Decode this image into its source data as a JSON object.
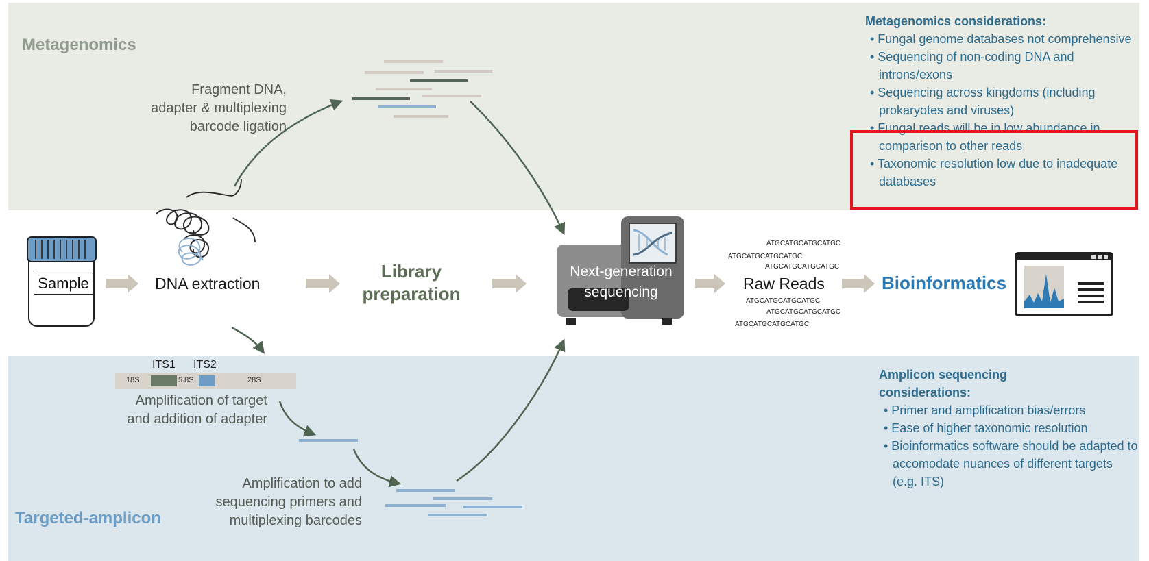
{
  "sections": {
    "metagenomics_title": "Metagenomics",
    "amplicon_title": "Targeted-amplicon"
  },
  "steps": {
    "sample": "Sample",
    "dna_extraction": "DNA extraction",
    "library_prep_line1": "Library",
    "library_prep_line2": "preparation",
    "ngs_line1": "Next-generation",
    "ngs_line2": "sequencing",
    "raw_reads": "Raw Reads",
    "bioinformatics": "Bioinformatics"
  },
  "metagenomics_step": {
    "line1": "Fragment DNA,",
    "line2": "adapter & multiplexing",
    "line3": "barcode ligation"
  },
  "amplicon_steps": {
    "its1": "ITS1",
    "its2": "ITS2",
    "region_18s": "18S",
    "region_58s": "5.8S",
    "region_28s": "28S",
    "amp_target_line1": "Amplification of target",
    "amp_target_line2": "and addition of adapter",
    "amp_primers_line1": "Amplification to add",
    "amp_primers_line2": "sequencing primers and",
    "amp_primers_line3": "multiplexing barcodes"
  },
  "raw_reads_sequences": [
    "ATGCATGCATGCATGC",
    "ATGCATGCATGCATGC",
    "ATGCATGCATGCATGC",
    "ATGCATGCATGCATGC",
    "ATGCATGCATGCATGC",
    "ATGCATGCATGCATGC"
  ],
  "metagenomics_considerations": {
    "heading": "Metagenomics considerations:",
    "items": [
      "• Fungal genome databases not comprehensive",
      "• Sequencing of non-coding DNA and introns/exons",
      "• Sequencing across kingdoms (including prokaryotes and viruses)",
      "• Fungal reads will be in low abundance in comparison to other reads",
      "• Taxonomic resolution low due to inadequate databases"
    ]
  },
  "amplicon_considerations": {
    "heading_line1": "Amplicon sequencing",
    "heading_line2": "considerations:",
    "items": [
      "• Primer and amplification bias/errors",
      "• Ease of higher taxonomic resolution",
      "• Bioinformatics software should be adapted to accomodate nuances of different targets (e.g. ITS)"
    ]
  },
  "colors": {
    "metagenomics_band": "#e9ebe5",
    "amplicon_band": "#dbe6ed",
    "highlight_box": "#e8141e",
    "arrow_green": "#4f6552",
    "flow_arrow": "#cbc5ba",
    "consideration_text": "#2e6c8e"
  },
  "icons": [
    "sample-jar-icon",
    "dna-coil-icon",
    "sequencer-icon",
    "dna-helix-icon",
    "monitor-chart-icon"
  ]
}
